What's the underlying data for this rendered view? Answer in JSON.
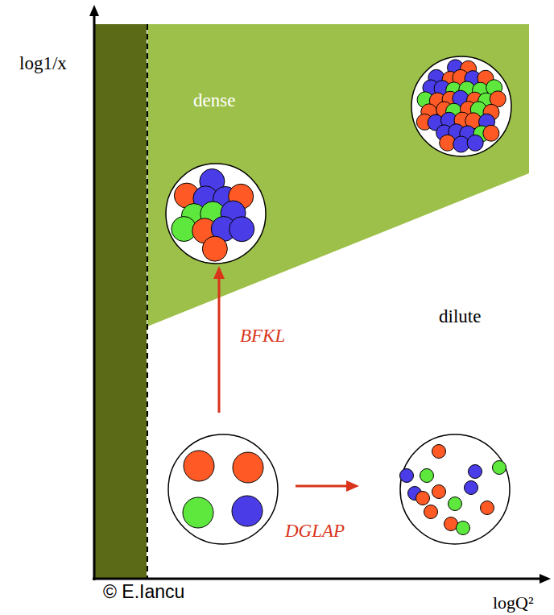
{
  "diagram": {
    "labels": [
      "log1/x",
      "dense",
      "dilute",
      "BFKL",
      "DGLAP",
      "© E.Iancu",
      "logQ²"
    ]
  }
}
